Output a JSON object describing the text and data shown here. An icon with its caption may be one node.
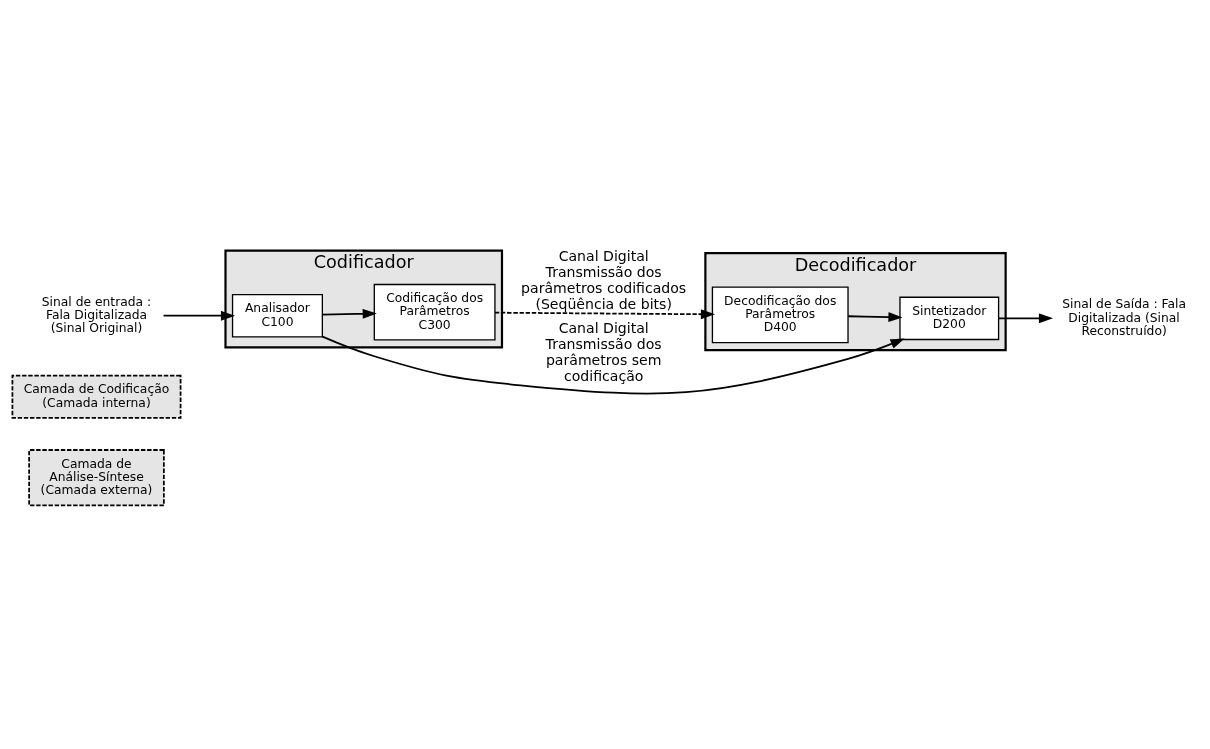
{
  "diagram": {
    "nodes": [
      {
        "text": [
          "Camada de Análise-Síntese (Camada externa)"
        ]
      },
      {
        "text": [
          "Camada de Codificação (Camada interna)"
        ]
      },
      {
        "text": [
          "Codificador"
        ]
      },
      {
        "text": [
          "Decodificador"
        ]
      },
      {
        "text": [
          "Sinal de entrada : Fala Digitalizada (Sinal Original)"
        ]
      },
      {
        "text": [
          "Analisador",
          "C100"
        ],
        "in": 2
      },
      {
        "text": [
          "Codificação dos Parâmetros",
          "C300"
        ],
        "in": 2
      },
      {
        "text": [
          "Sintetizador",
          "D200"
        ],
        "in": 3
      },
      {
        "text": [
          "Decodificação dos Parâmetros",
          "D400"
        ],
        "in": 3
      },
      {
        "text": [
          "Sinal de Saída : Fala Digitalizada (Sinal Reconstruído)"
        ]
      }
    ],
    "edges": [
      {
        "from": 4,
        "to": 5,
        "arrow": "to"
      },
      {
        "from": 5,
        "to": 7,
        "arrow": "to",
        "label": "Canal Digital Transmissão dos parâmetros sem codificação"
      },
      {
        "from": 5,
        "to": 6,
        "arrow": "to"
      },
      {
        "from": 6,
        "to": 8,
        "arrow": "to",
        "style": "dashed",
        "label": "Canal Digital Transmissão dos parâmetros codificados (Seqüência de bits)"
      },
      {
        "from": 8,
        "to": 7,
        "arrow": "to"
      },
      {
        "from": 7,
        "to": 9,
        "arrow": "to"
      }
    ]
  }
}
